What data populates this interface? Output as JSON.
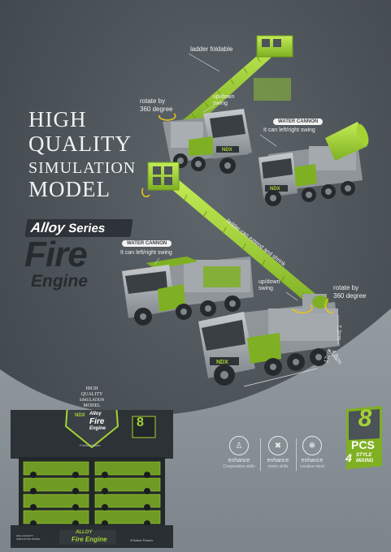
{
  "headline": {
    "line1": "HIGH",
    "line2": "QUALITY",
    "line3": "SIMULATION",
    "line4": "MODEL"
  },
  "brand": {
    "alloy": "Alloy",
    "series": "Series",
    "fire": "Fire",
    "engine": "Engine"
  },
  "annotations": {
    "ladder_foldable": "ladder foldable",
    "rotate_top": "rotate by\n360 degree",
    "updown_top": "up/down\nswing",
    "water_cannon_right": "WATER CANNON",
    "water_cannon_right_desc": "It can left/right swing",
    "ladder_extend": "ladder can extend and shrink",
    "water_cannon_left": "WATER CANNON",
    "water_cannon_left_desc": "It can left/right swing",
    "updown_bottom": "up/down\nswing",
    "rotate_bottom": "rotate by\n360 degree",
    "dim_height": "7.2cm",
    "dim_width": "4.8cm",
    "dim_length": "17cm"
  },
  "truck_plates": {
    "truck1": "NDX",
    "truck2": "NDX",
    "truck4": "NDX"
  },
  "pcs_badge": {
    "number": "8",
    "pcs": "PCS",
    "count": "4",
    "style": "STYLE",
    "mixing": "MIXING"
  },
  "features": [
    {
      "icon": "people-icon",
      "title": "enhance",
      "desc": "Cooperation skills"
    },
    {
      "icon": "wrench-icon",
      "title": "enhance",
      "desc": "motor skills"
    },
    {
      "icon": "brain-icon",
      "title": "enhance",
      "desc": "creative mind"
    }
  ],
  "display_box": {
    "header_line1": "HIGH",
    "header_line2": "QUALITY",
    "header_line3": "SIMULATION",
    "header_line4": "MODEL",
    "small_brand": "NDX",
    "alloy": "Alloy",
    "fire": "Fire",
    "engine": "Engine",
    "count": "8",
    "friction": "Friction Power",
    "front_alloy": "ALLOY",
    "front_fire": "Fire Engine",
    "front_friction": "•Friction Power•",
    "front_left": "HIGH QUALITY SIMULATION MODEL"
  },
  "colors": {
    "accent_green": "#a4d233",
    "dark_green": "#5c8a1e",
    "truck_gray": "#9a9fa3",
    "bg_dark": "#4b5258",
    "bg_light": "#8b9399"
  }
}
